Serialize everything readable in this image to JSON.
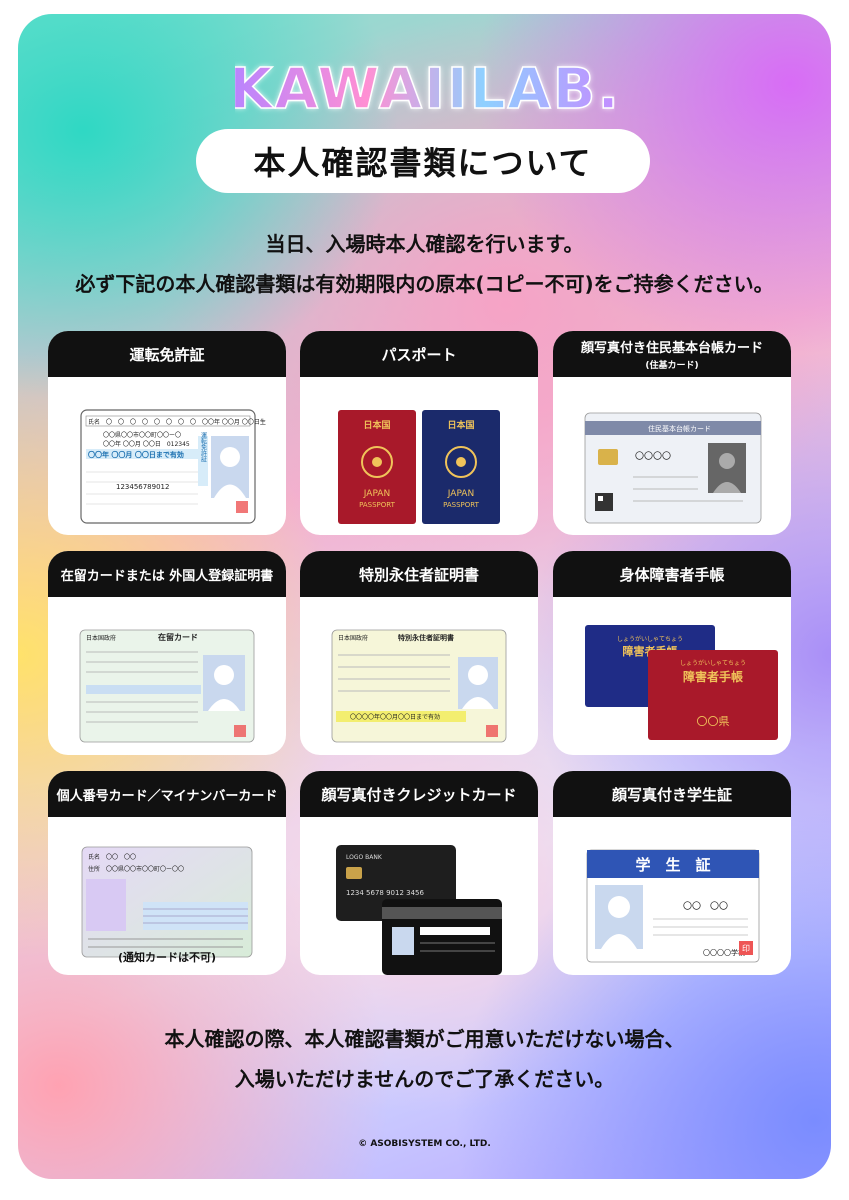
{
  "brand": {
    "logo_text": "KAWAIILAB."
  },
  "title": "本人確認書類について",
  "intro": {
    "line1": "当日、入場時本人確認を行います。",
    "line2": "必ず下記の本人確認書類は有効期限内の原本(コピー不可)をご持参ください。"
  },
  "documents": [
    {
      "label": "運転免許証",
      "sub": ""
    },
    {
      "label": "パスポート",
      "sub": ""
    },
    {
      "label": "顔写真付き住民基本台帳カード",
      "sub": "(住基カード)"
    },
    {
      "label": "在留カードまたは 外国人登録証明書",
      "sub": ""
    },
    {
      "label": "特別永住者証明書",
      "sub": ""
    },
    {
      "label": "身体障害者手帳",
      "sub": ""
    },
    {
      "label": "個人番号カード／マイナンバーカード",
      "sub": "",
      "note": "(通知カードは不可)"
    },
    {
      "label": "顔写真付きクレジットカード",
      "sub": ""
    },
    {
      "label": "顔写真付き学生証",
      "sub": ""
    }
  ],
  "card_texts": {
    "license": {
      "name_row": "氏名　〇　〇　〇　〇　〇　〇　〇　〇　〇〇年 〇〇月 〇〇日生",
      "addr": "〇〇県〇〇市〇〇町〇〇ー〇",
      "issue": "〇〇年 〇〇月 〇〇日　012345",
      "valid": "〇〇年 〇〇月 〇〇日まで有効",
      "number": "123456789012",
      "type": "運転免許証"
    },
    "passport": {
      "country": "日本国",
      "jp": "JAPAN",
      "pp": "PASSPORT"
    },
    "juki": {
      "header": "住民基本台帳カード",
      "name": "〇〇〇〇"
    },
    "zairyu": {
      "gov": "日本国政府",
      "title": "在留カード"
    },
    "tokubetsu": {
      "gov": "日本国政府",
      "title": "特別永住者証明書",
      "valid": "〇〇〇〇年〇〇月〇〇日まで有効"
    },
    "techo": {
      "kana": "しょうがいしゃてちょう",
      "title": "障害者手帳",
      "pref": "〇〇県"
    },
    "mynumber": {
      "name": "氏名　〇〇　〇〇",
      "addr": "住所　〇〇県〇〇市〇〇町〇ー〇〇"
    },
    "credit": {
      "bank": "LOGO BANK",
      "number": "1234 5678 9012 3456"
    },
    "student": {
      "title": "学　生　証",
      "name": "〇〇　〇〇",
      "school": "〇〇〇〇学校",
      "seal": "印"
    }
  },
  "footer": {
    "line1": "本人確認の際、本人確認書類がご用意いただけない場合、",
    "line2": "入場いただけませんのでご了承ください。"
  },
  "copyright": "© ASOBISYSTEM CO., LTD."
}
